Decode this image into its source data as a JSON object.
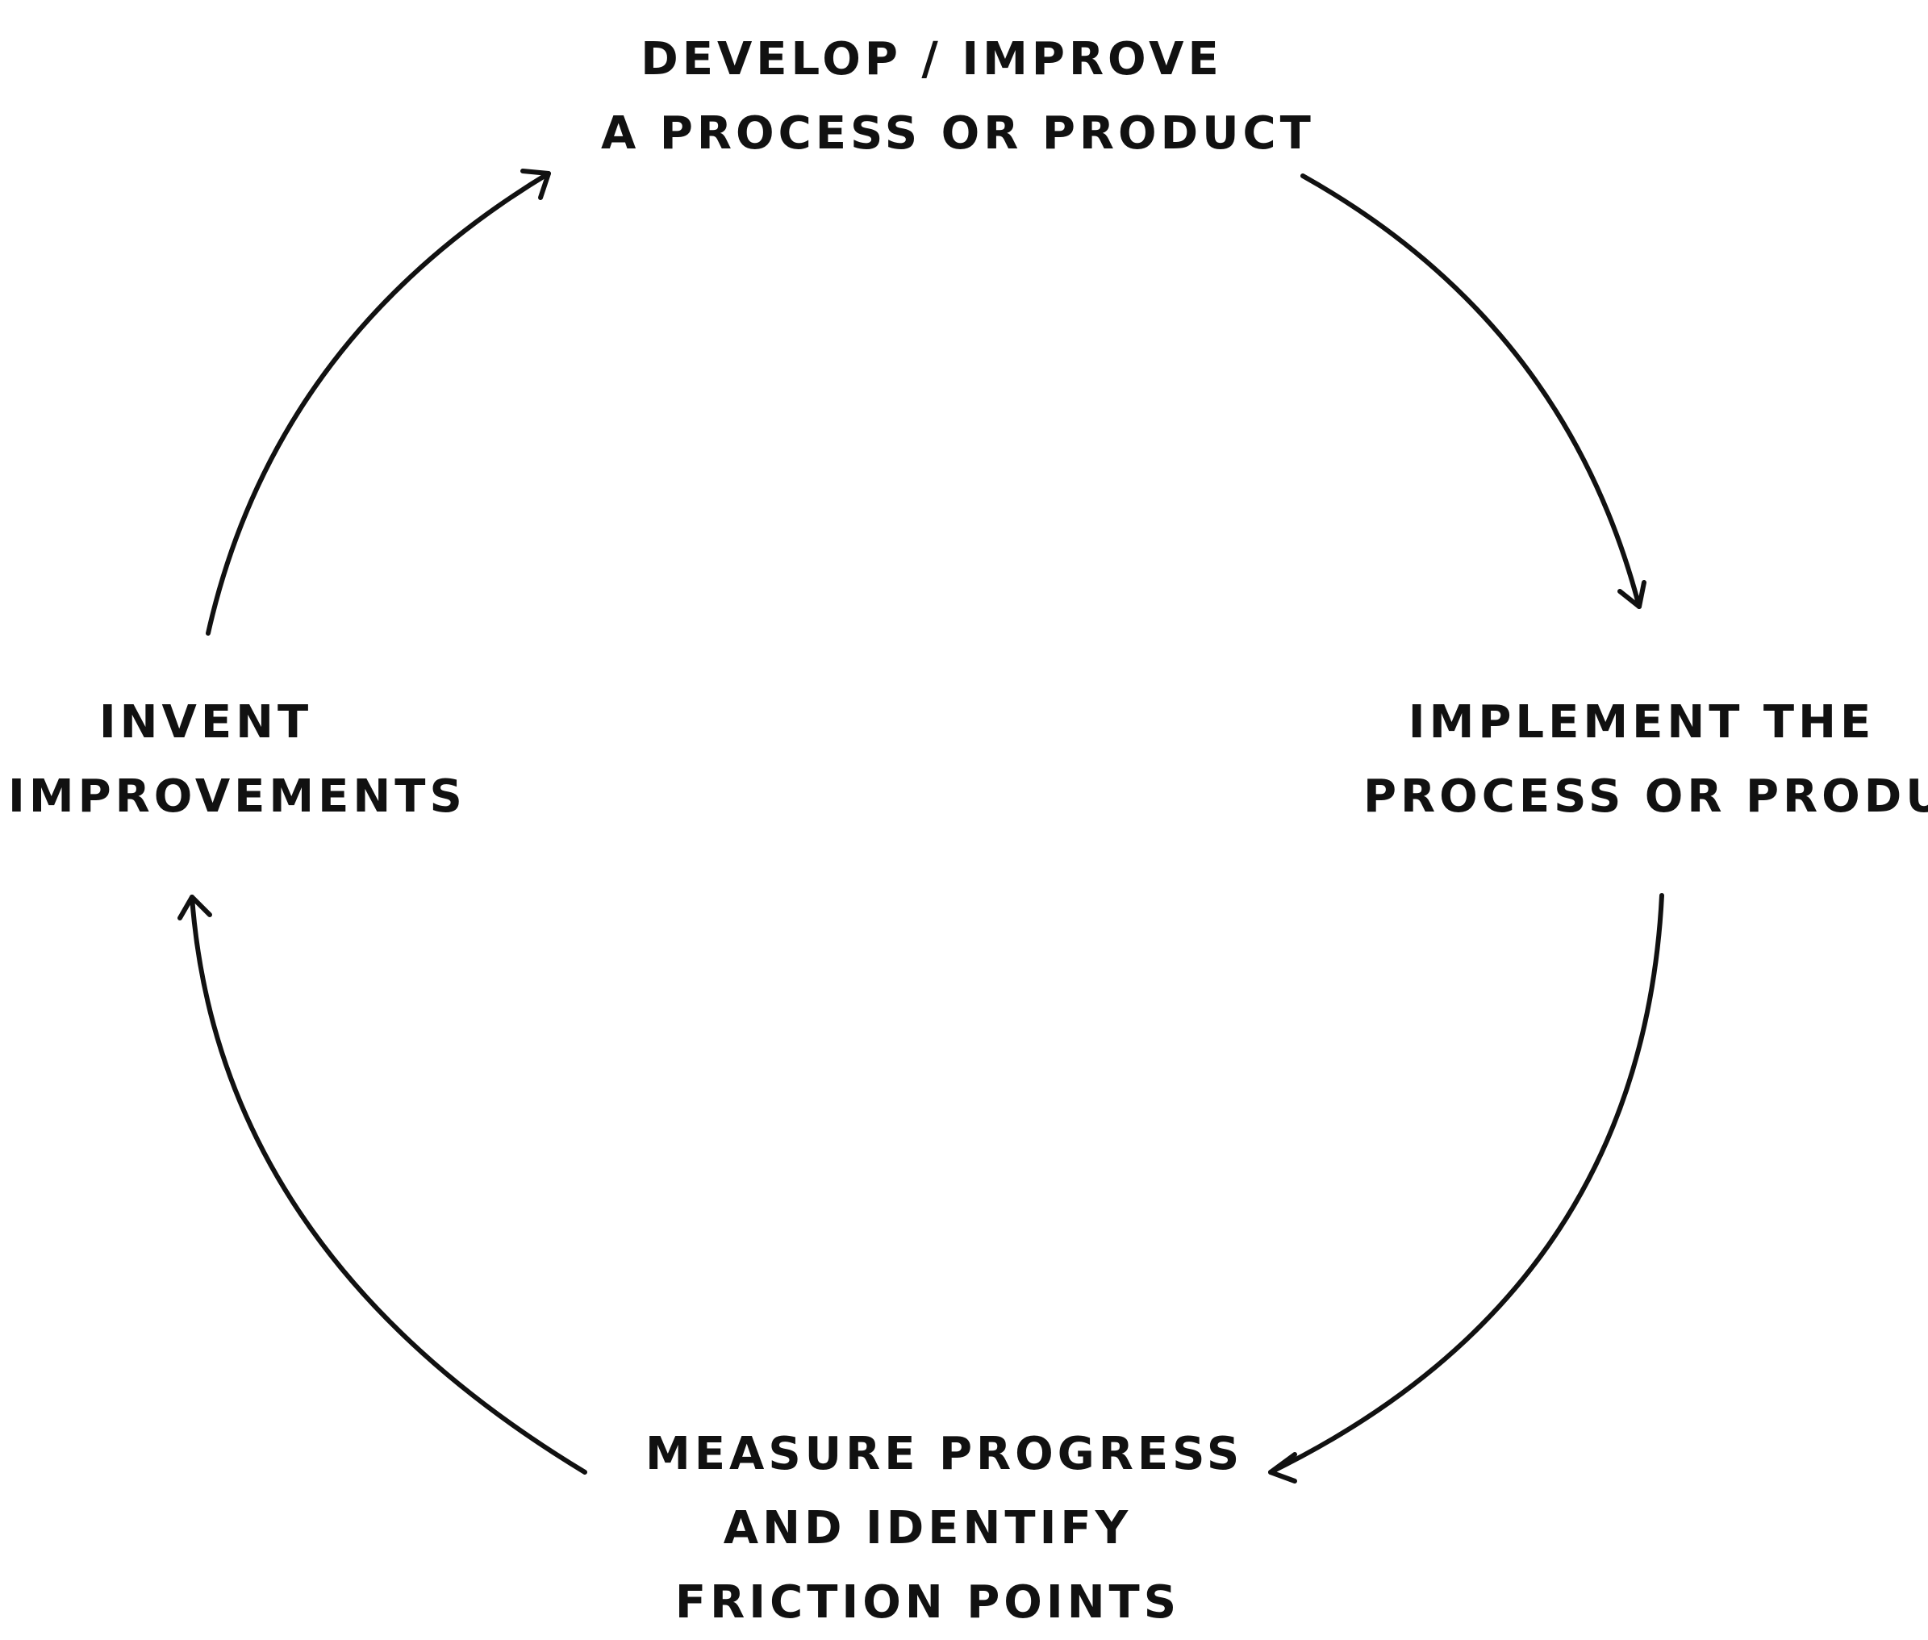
{
  "diagram": {
    "type": "cycle",
    "direction": "clockwise",
    "stroke_color": "#111111",
    "nodes": [
      {
        "id": "develop",
        "lines": [
          "DEVELOP / IMPROVE",
          "A PROCESS OR PRODUCT"
        ]
      },
      {
        "id": "implement",
        "lines": [
          "IMPLEMENT THE",
          "PROCESS OR PRODUCT"
        ]
      },
      {
        "id": "measure",
        "lines": [
          "MEASURE PROGRESS",
          "AND IDENTIFY",
          "FRICTION POINTS"
        ]
      },
      {
        "id": "invent",
        "lines": [
          "INVENT",
          "IMPROVEMENTS"
        ]
      }
    ],
    "edges": [
      {
        "from": "develop",
        "to": "implement"
      },
      {
        "from": "implement",
        "to": "measure"
      },
      {
        "from": "measure",
        "to": "invent"
      },
      {
        "from": "invent",
        "to": "develop"
      }
    ]
  }
}
